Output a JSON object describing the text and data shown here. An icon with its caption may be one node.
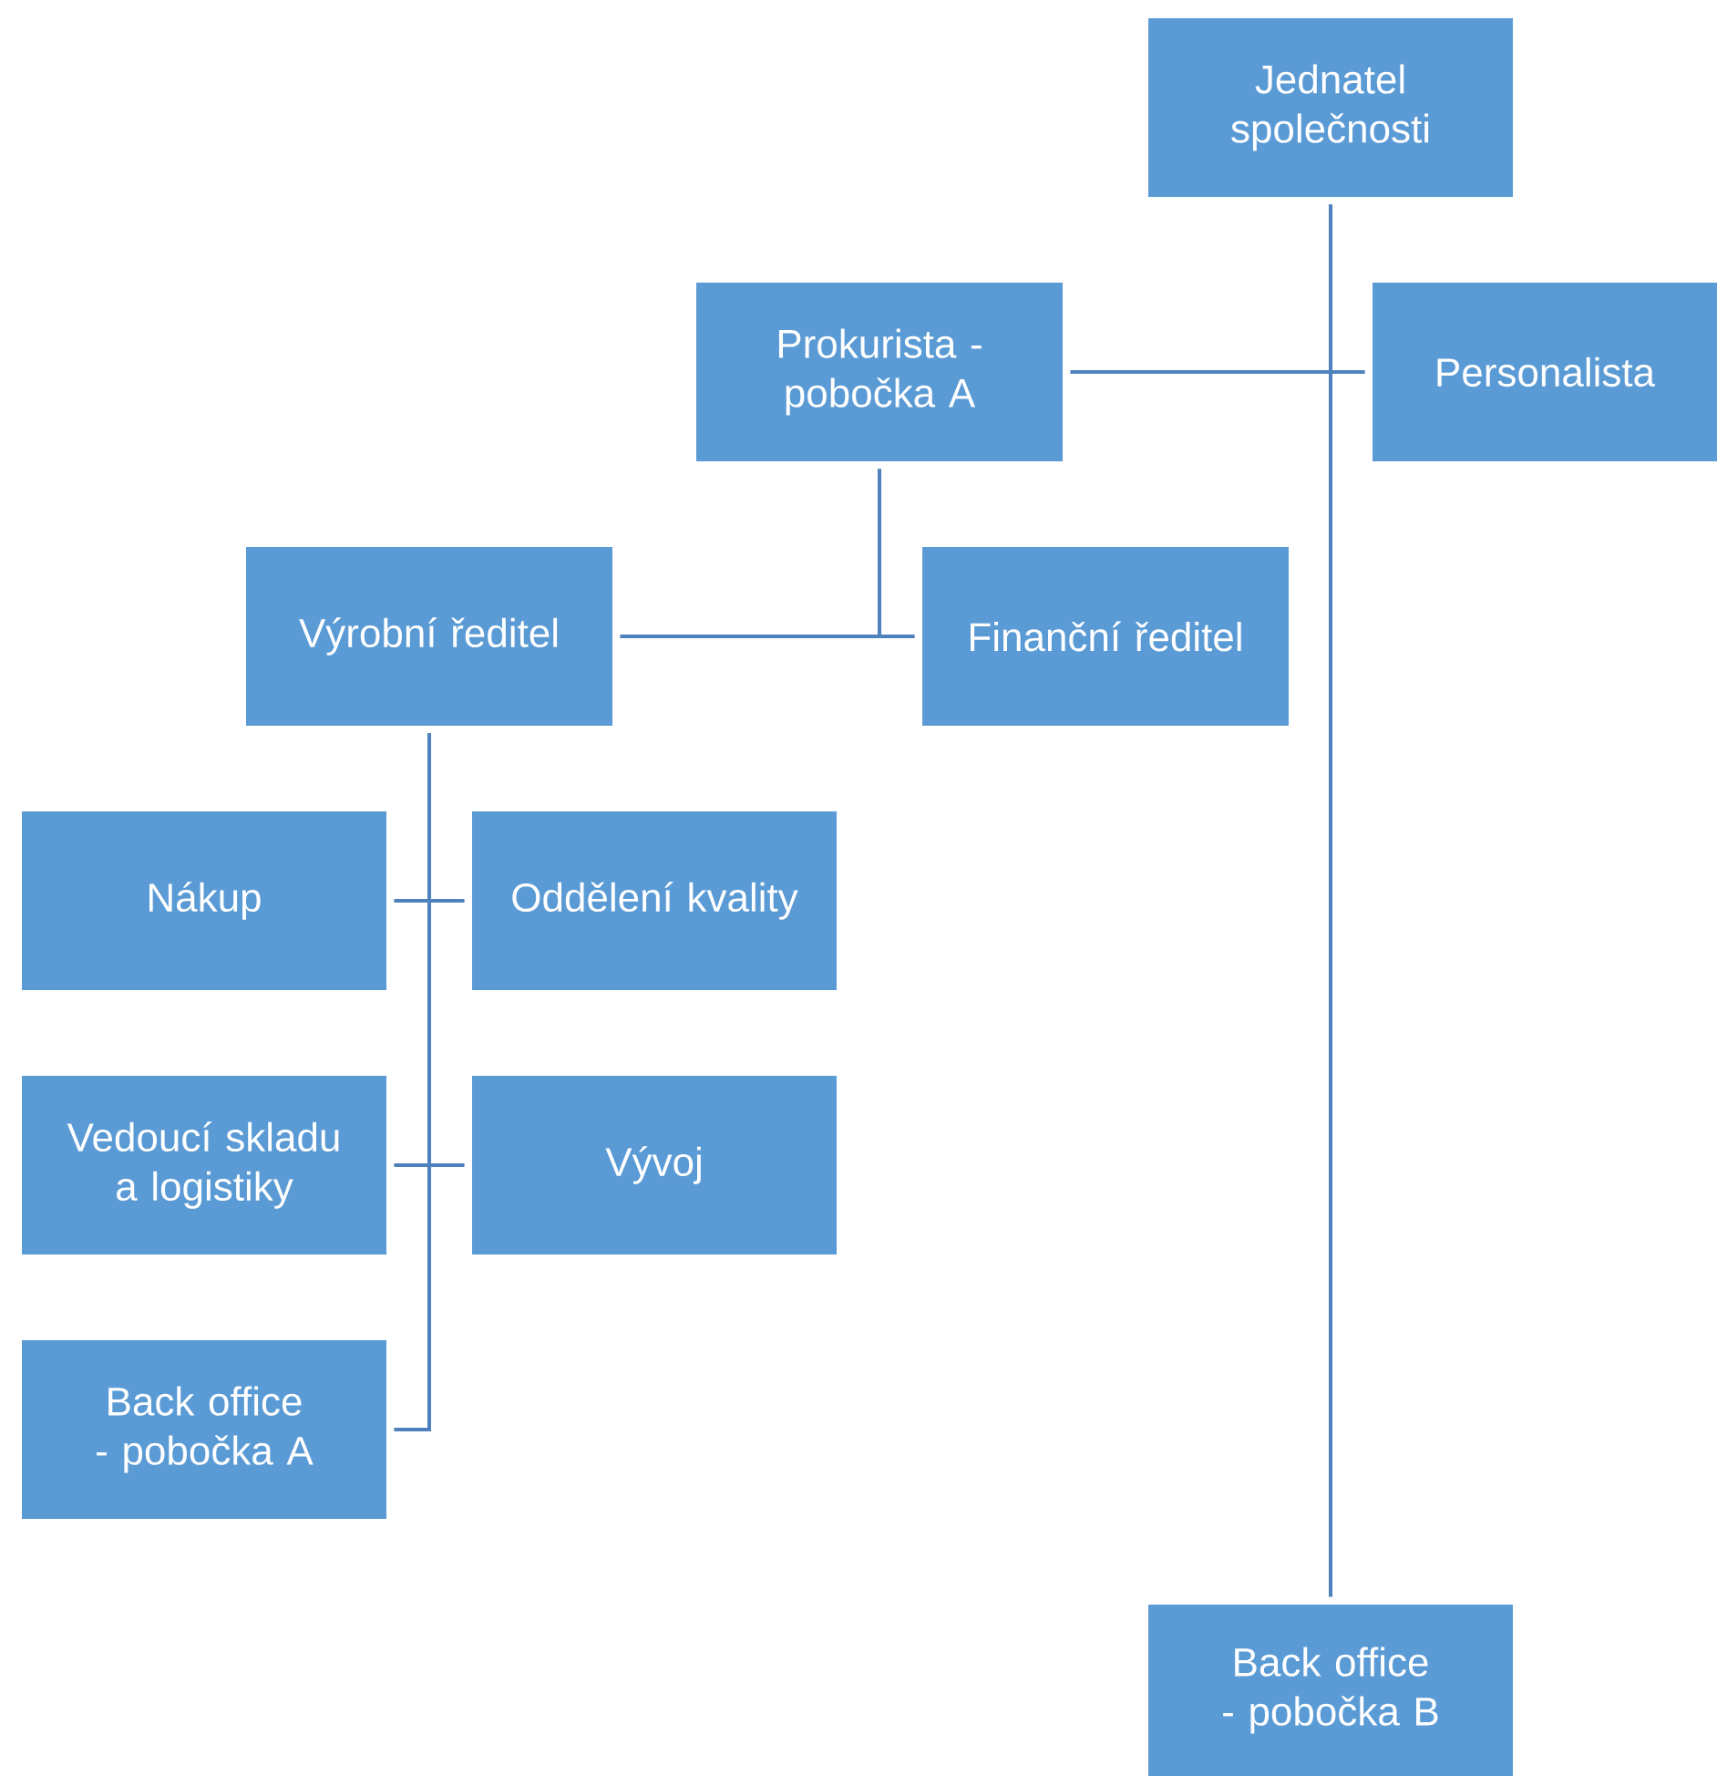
{
  "diagram": {
    "nodes": [
      {
        "text": [
          "Jednatel společnosti"
        ]
      },
      {
        "text": [
          "Prokurista - pobočka A"
        ]
      },
      {
        "text": [
          "Personalista"
        ]
      },
      {
        "text": [
          "Výrobní ředitel"
        ]
      },
      {
        "text": [
          "Finanční ředitel"
        ]
      },
      {
        "text": [
          "Nákup"
        ]
      },
      {
        "text": [
          "Oddělení kvality"
        ]
      },
      {
        "text": [
          "Vedoucí skladu a logistiky"
        ]
      },
      {
        "text": [
          "Vývoj"
        ]
      },
      {
        "text": [
          "Back office - pobočka A"
        ]
      },
      {
        "text": [
          "Back office - pobočka B"
        ]
      }
    ],
    "edges": [
      {
        "from": 0,
        "to": 1,
        "arrow": "none"
      },
      {
        "from": 0,
        "to": 2,
        "arrow": "none"
      },
      {
        "from": 0,
        "to": 10,
        "arrow": "none"
      },
      {
        "from": 1,
        "to": 3,
        "arrow": "none"
      },
      {
        "from": 1,
        "to": 4,
        "arrow": "none"
      },
      {
        "from": 3,
        "to": 5,
        "arrow": "none"
      },
      {
        "from": 3,
        "to": 6,
        "arrow": "none"
      },
      {
        "from": 3,
        "to": 7,
        "arrow": "none"
      },
      {
        "from": 3,
        "to": 8,
        "arrow": "none"
      },
      {
        "from": 3,
        "to": 9,
        "arrow": "none"
      }
    ]
  }
}
